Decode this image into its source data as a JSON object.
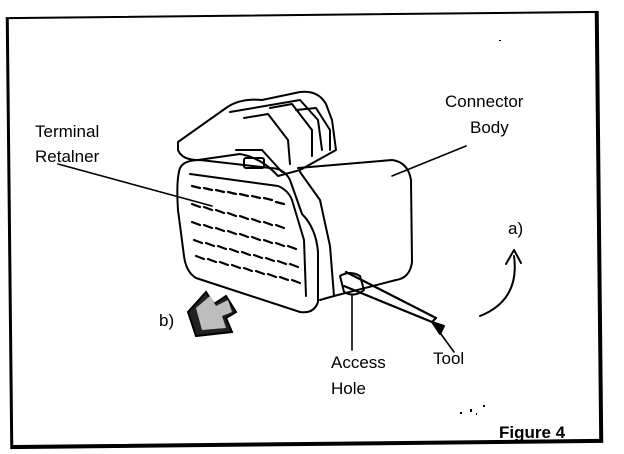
{
  "labels": {
    "terminal_retainer_line1": "Terminal",
    "terminal_retainer_line2": "Retalner",
    "connector_body_line1": "Connector",
    "connector_body_line2": "Body",
    "arrow_a": "a)",
    "arrow_b": "b)",
    "access_hole_line1": "Access",
    "access_hole_line2": "Hole",
    "tool": "Tool"
  },
  "figure_label": "Figure 4"
}
